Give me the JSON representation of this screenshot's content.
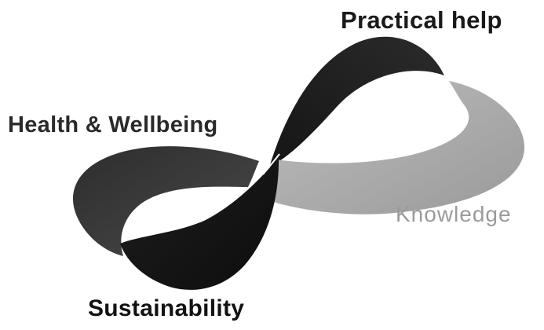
{
  "labels": {
    "practical_help": "Practical help",
    "health_wellbeing": "Health & Wellbeing",
    "knowledge": "Knowledge",
    "sustainability": "Sustainability"
  },
  "colors": {
    "practical_help": "#1a1a1a",
    "health_wellbeing": "#3a3a3a",
    "knowledge": "#a8a8a8",
    "sustainability": "#121212"
  }
}
